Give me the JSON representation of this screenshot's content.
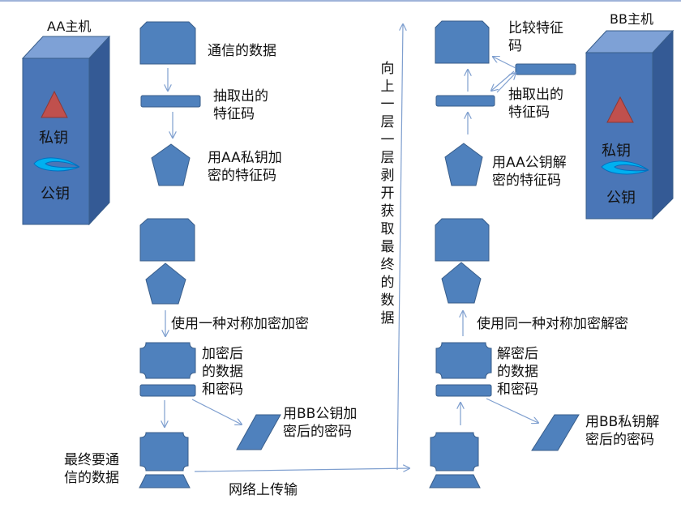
{
  "colors": {
    "shape_fill": "#4f81bd",
    "shape_stroke": "#385d8a",
    "host_front": "#4a76b7",
    "host_top": "#7ea1d6",
    "host_side": "#345a95",
    "arrow": "#7f9fcf",
    "private_key_triangle": "#c0504d",
    "public_key_crescent": "#00b0f0"
  },
  "left_host": {
    "title": "AA主机",
    "private_key_label": "私钥",
    "public_key_label": "公钥"
  },
  "right_host": {
    "title": "BB主机",
    "private_key_label": "私钥",
    "public_key_label": "公钥"
  },
  "sender": {
    "data_label": "通信的数据",
    "extract_label": "抽取出的\n特征码",
    "sign_label": "用AA私钥加\n密的特征码",
    "symmetric_encrypt_label": "使用一种对称加密加密",
    "encrypted_label": "加密后\n的数据\n和密码",
    "bb_pubkey_label": "用BB公钥加\n密后的密码",
    "final_label": "最终要通\n信的数据"
  },
  "network_label": "网络上传输",
  "vertical_label": "向上一层一层剥开获取最终的数据",
  "receiver": {
    "compare_label": "比较特征\n码",
    "extract_label": "抽取出的\n特征码",
    "verify_label": "用AA公钥解\n密的特征码",
    "symmetric_decrypt_label": "使用同一种对称加密解密",
    "decrypted_label": "解密后\n的数据\n和密码",
    "bb_privkey_label": "用BB私钥解\n密后的密码"
  }
}
